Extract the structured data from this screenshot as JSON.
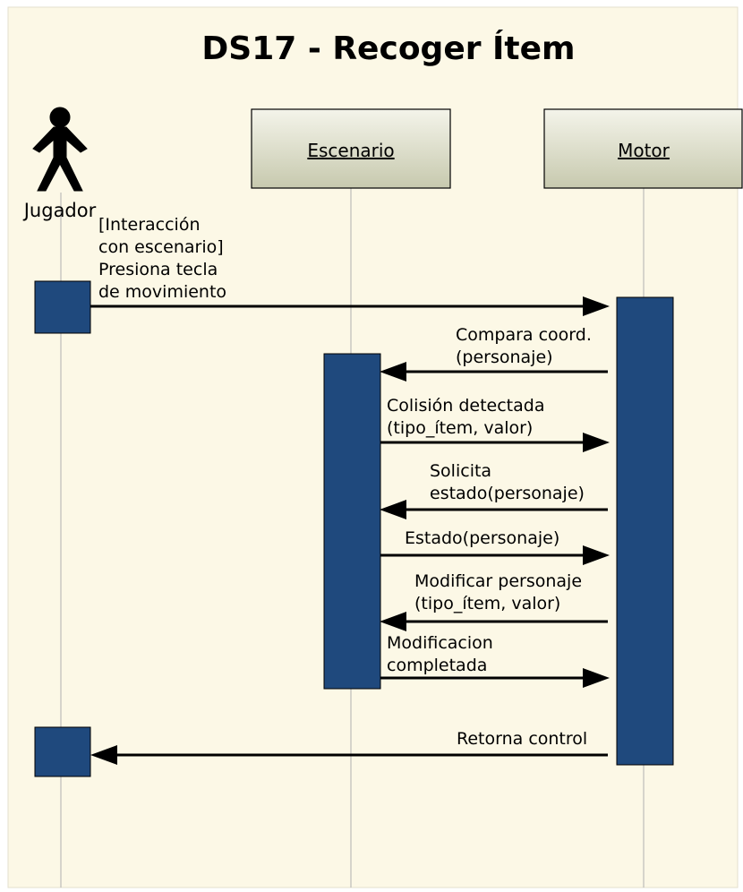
{
  "diagram": {
    "title": "DS17 - Recoger Ítem",
    "actor": {
      "label": "Jugador",
      "icon": "stick-figure-icon"
    },
    "participants": [
      {
        "key": "escenario",
        "label": "Escenario"
      },
      {
        "key": "motor",
        "label": "Motor"
      }
    ],
    "messages": [
      {
        "key": "msg1",
        "from": "Jugador",
        "to": "Motor",
        "lines": [
          "[Interacción",
          "con escenario]",
          "Presiona tecla",
          "de movimiento"
        ]
      },
      {
        "key": "msg2",
        "from": "Motor",
        "to": "Escenario",
        "lines": [
          "Compara coord.",
          "(personaje)"
        ]
      },
      {
        "key": "msg3",
        "from": "Escenario",
        "to": "Motor",
        "lines": [
          "Colisión detectada",
          "(tipo_ítem, valor)"
        ]
      },
      {
        "key": "msg4",
        "from": "Motor",
        "to": "Escenario",
        "lines": [
          "Solicita",
          "estado(personaje)"
        ]
      },
      {
        "key": "msg5",
        "from": "Escenario",
        "to": "Motor",
        "lines": [
          "Estado(personaje)"
        ]
      },
      {
        "key": "msg6",
        "from": "Motor",
        "to": "Escenario",
        "lines": [
          "Modificar personaje",
          "(tipo_ítem, valor)"
        ]
      },
      {
        "key": "msg7",
        "from": "Escenario",
        "to": "Motor",
        "lines": [
          "Modificacion",
          "completada"
        ]
      },
      {
        "key": "msg8",
        "from": "Motor",
        "to": "Jugador",
        "lines": [
          "Retorna control"
        ]
      }
    ]
  },
  "colors": {
    "frame_fill": "#fcf8e6",
    "activation_fill": "#1f497d",
    "box_gradient_top": "#f4f4ea",
    "box_gradient_bottom": "#c7c9ae",
    "lifeline": "#b0b0b0"
  }
}
